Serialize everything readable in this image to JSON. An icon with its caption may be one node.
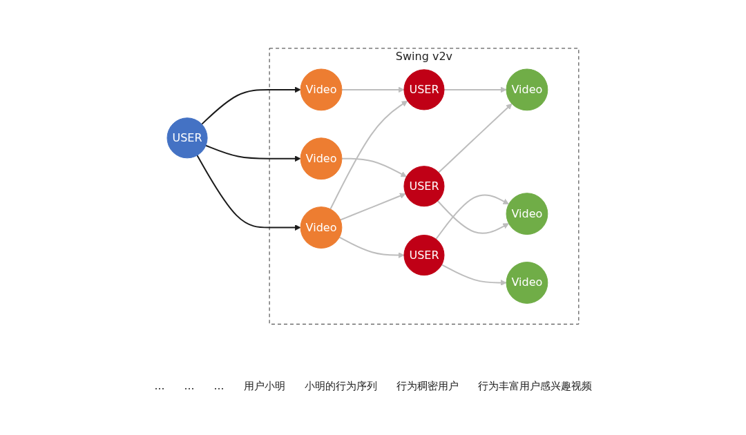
{
  "diagram": {
    "nodes": [
      {
        "text": [
          "USER"
        ]
      },
      {
        "text": [
          "Swing v2v"
        ]
      },
      {
        "text": [
          "Video"
        ],
        "in": 1
      },
      {
        "text": [
          "Video"
        ],
        "in": 1
      },
      {
        "text": [
          "Video"
        ],
        "in": 1
      },
      {
        "text": [
          "USER"
        ],
        "in": 1
      },
      {
        "text": [
          "USER"
        ],
        "in": 1
      },
      {
        "text": [
          "USER"
        ],
        "in": 1
      },
      {
        "text": [
          "Video"
        ],
        "in": 1
      },
      {
        "text": [
          "Video"
        ],
        "in": 1
      },
      {
        "text": [
          "Video"
        ],
        "in": 1
      }
    ],
    "edges": [
      {
        "from": 0,
        "to": 2,
        "arrow": "to",
        "color": "#1a1a1a"
      },
      {
        "from": 0,
        "to": 3,
        "arrow": "to",
        "color": "#1a1a1a"
      },
      {
        "from": 0,
        "to": 4,
        "arrow": "to",
        "color": "#1a1a1a"
      },
      {
        "from": 2,
        "to": 5,
        "arrow": "to"
      },
      {
        "from": 2,
        "to": 6,
        "arrow": "to"
      },
      {
        "from": 2,
        "to": 7,
        "arrow": "to"
      },
      {
        "from": 3,
        "to": 5,
        "arrow": "to"
      },
      {
        "from": 4,
        "to": 7,
        "arrow": "to"
      },
      {
        "from": 5,
        "to": 8,
        "arrow": "to"
      },
      {
        "from": 5,
        "to": 9,
        "arrow": "to"
      },
      {
        "from": 6,
        "to": 9,
        "arrow": "to"
      },
      {
        "from": 6,
        "to": 10,
        "arrow": "to"
      },
      {
        "from": 7,
        "to": 8,
        "arrow": "to"
      }
    ],
    "labels": [
      "…",
      "…",
      "…",
      "用户小明",
      "小明的行为序列",
      "行为稠密用户",
      "行为丰富用户感兴趣视频"
    ]
  }
}
